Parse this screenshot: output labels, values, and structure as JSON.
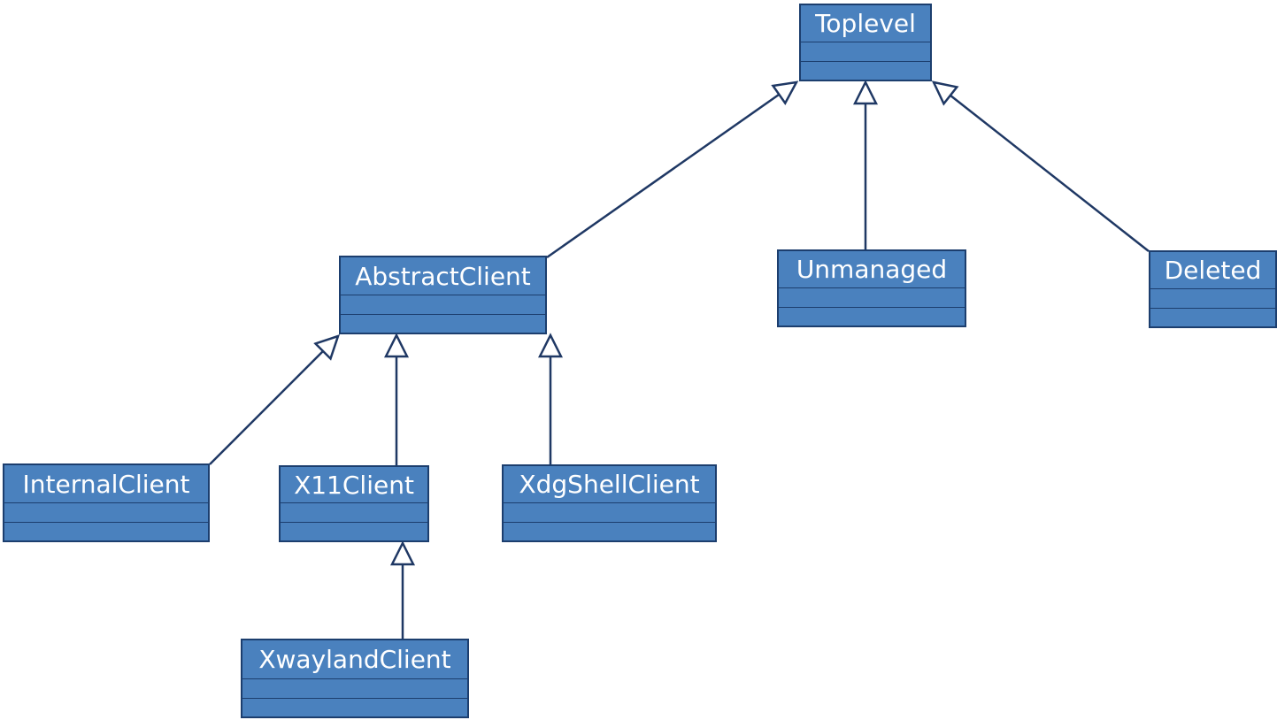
{
  "diagram": {
    "type": "uml-class-diagram",
    "colors": {
      "box_fill": "#4A81BE",
      "box_border": "#1C3E6E",
      "divider": "#1C3E6E",
      "line": "#1F3864",
      "text": "#ffffff",
      "background": "#ffffff"
    },
    "classes": [
      {
        "name": "Toplevel"
      },
      {
        "name": "AbstractClient"
      },
      {
        "name": "Unmanaged"
      },
      {
        "name": "Deleted"
      },
      {
        "name": "InternalClient"
      },
      {
        "name": "X11Client"
      },
      {
        "name": "XdgShellClient"
      },
      {
        "name": "XwaylandClient"
      }
    ],
    "relationships": [
      {
        "from": "AbstractClient",
        "to": "Toplevel",
        "type": "generalization"
      },
      {
        "from": "Unmanaged",
        "to": "Toplevel",
        "type": "generalization"
      },
      {
        "from": "Deleted",
        "to": "Toplevel",
        "type": "generalization"
      },
      {
        "from": "InternalClient",
        "to": "AbstractClient",
        "type": "generalization"
      },
      {
        "from": "X11Client",
        "to": "AbstractClient",
        "type": "generalization"
      },
      {
        "from": "XdgShellClient",
        "to": "AbstractClient",
        "type": "generalization"
      },
      {
        "from": "XwaylandClient",
        "to": "X11Client",
        "type": "generalization"
      }
    ]
  }
}
